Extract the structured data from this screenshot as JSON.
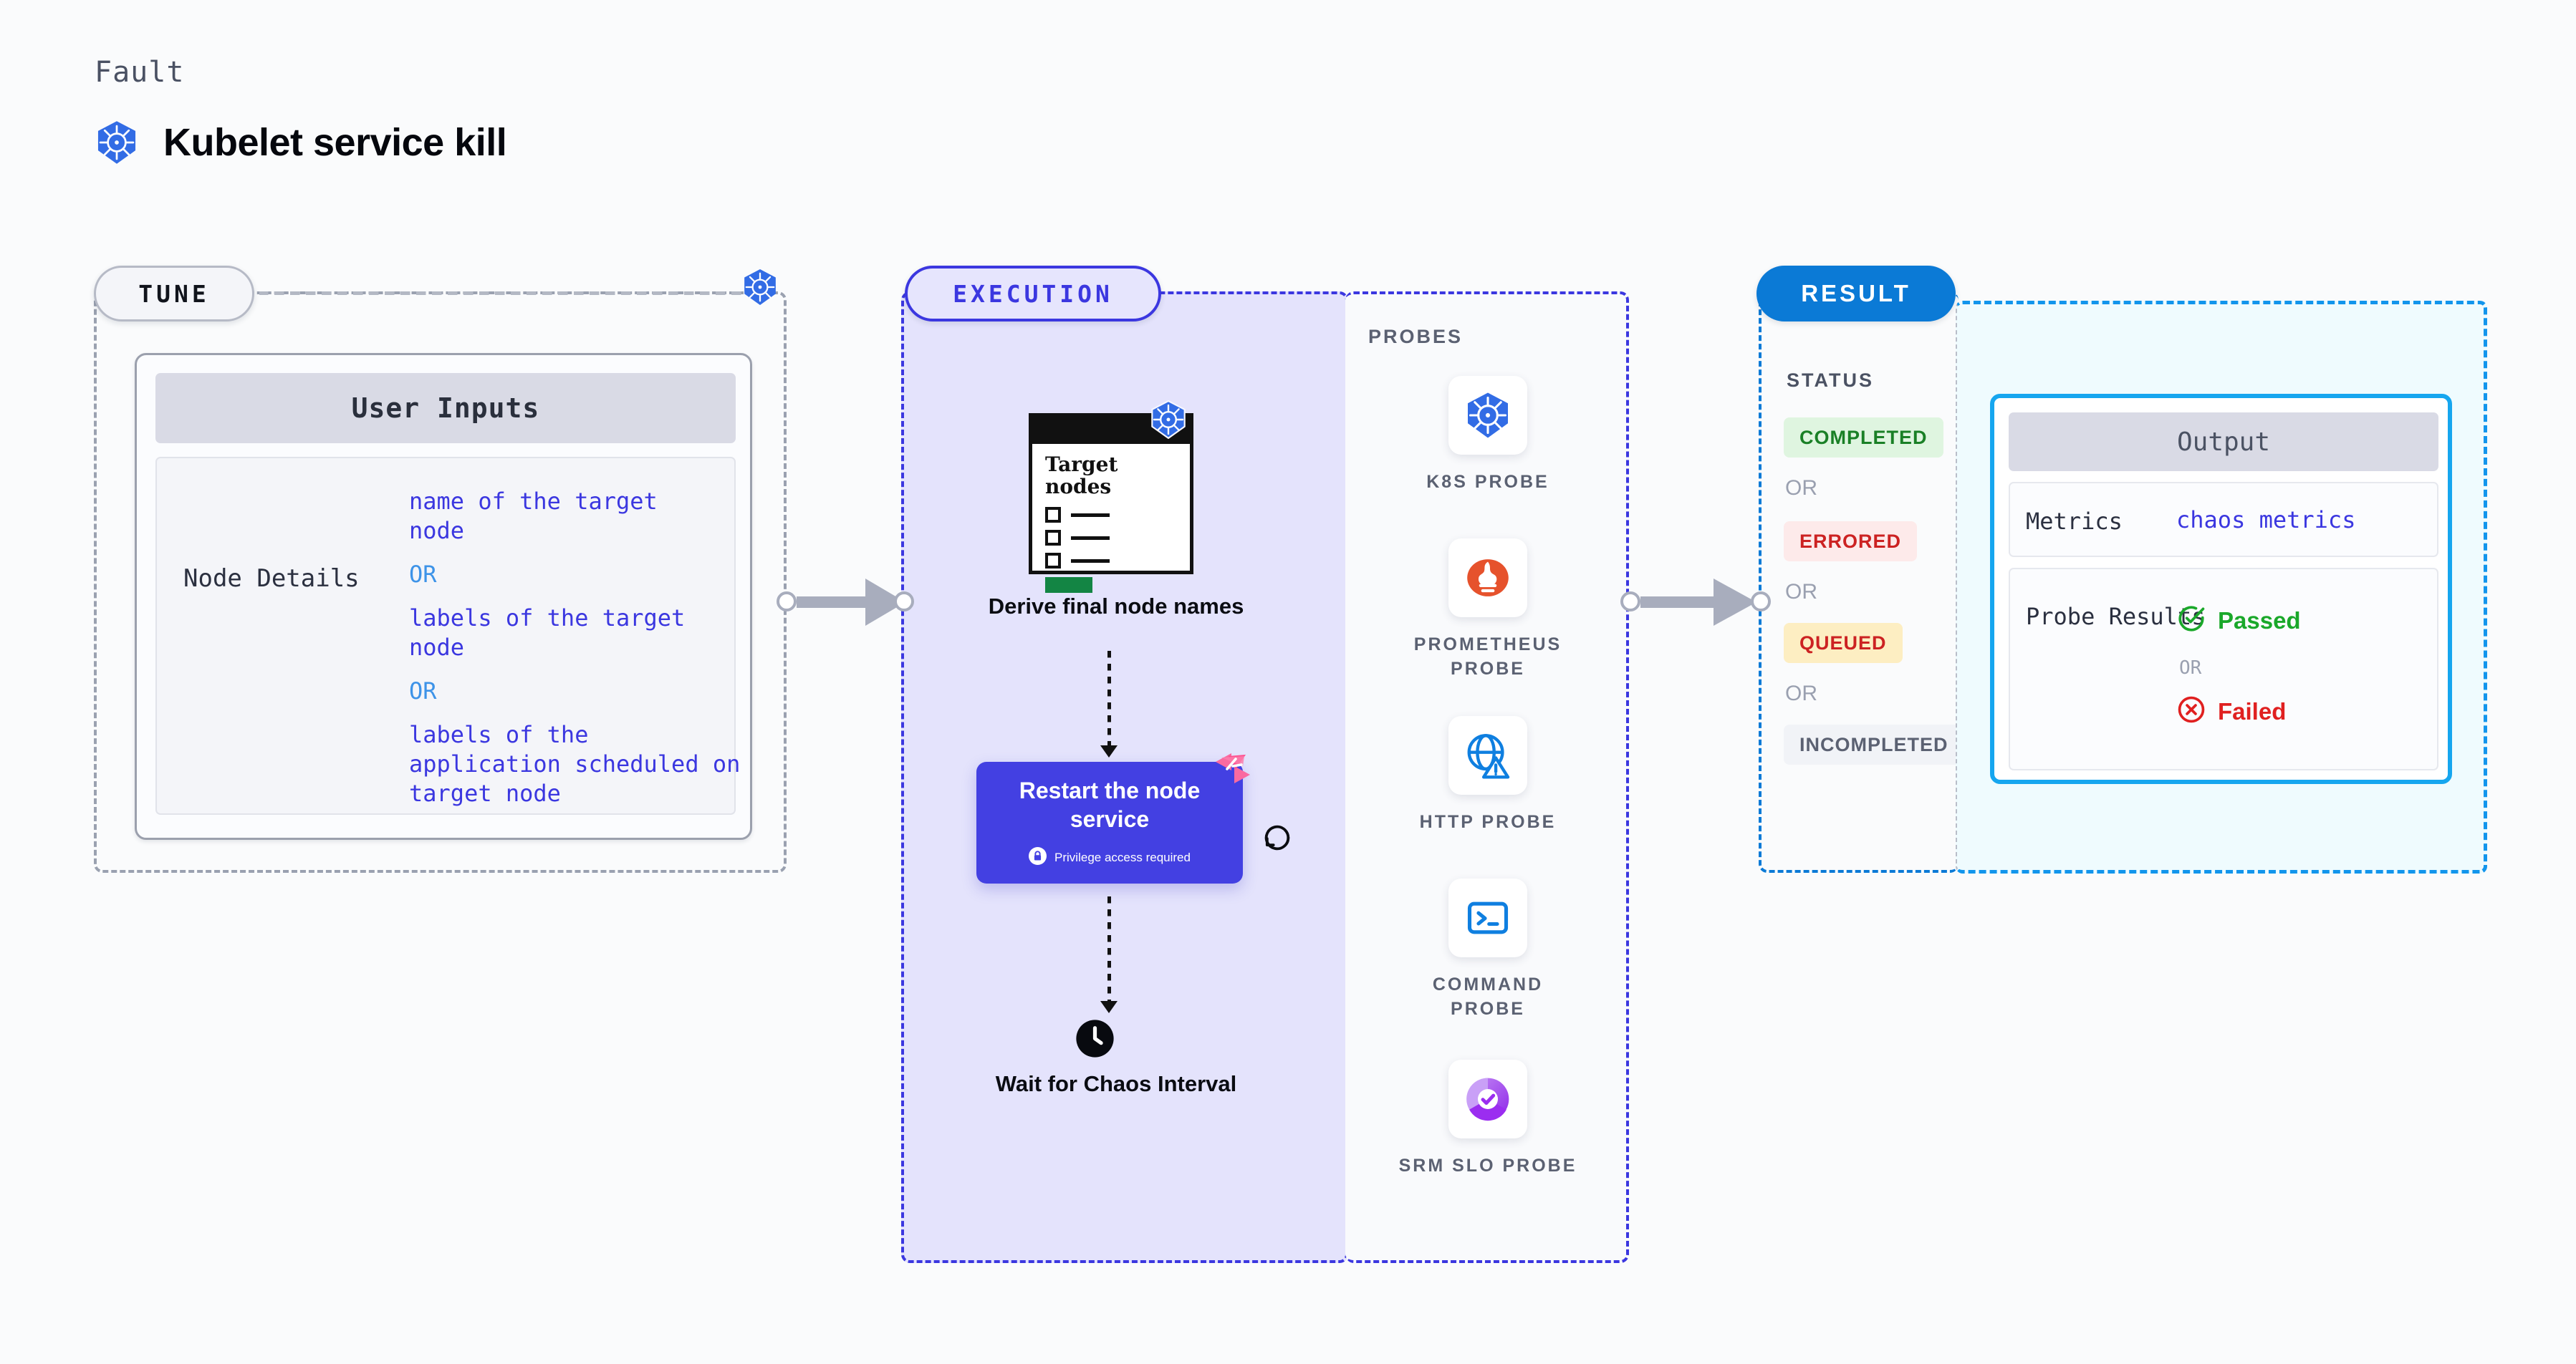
{
  "header": {
    "eyebrow": "Fault",
    "title": "Kubelet service kill",
    "icon": "kubernetes-icon"
  },
  "stages": {
    "tune": {
      "pill_label": "TUNE",
      "badge_icon": "kubernetes-icon",
      "card": {
        "header": "User Inputs",
        "rows": [
          {
            "key": "Node Details",
            "values": [
              "name of the target node",
              "OR",
              "labels of the target node",
              "OR",
              "labels of the application scheduled on target node"
            ]
          }
        ]
      }
    },
    "execution": {
      "pill_label": "EXECUTION",
      "steps": [
        {
          "id": "derive-final-node-names",
          "caption": "Derive final node names",
          "card_title": "Target nodes",
          "badge_icon": "kubernetes-icon"
        },
        {
          "id": "restart-the-node-service",
          "caption": "Restart the node service",
          "note": "Privilege access required",
          "note_icon": "lock-icon",
          "badge_icon": "harness-chaos-icon",
          "side_icon": "revert-icon"
        },
        {
          "id": "wait-for-chaos-interval",
          "caption": "Wait for Chaos Interval",
          "icon": "clock-icon"
        }
      ]
    },
    "probes": {
      "label": "PROBES",
      "items": [
        {
          "name": "K8S PROBE",
          "icon": "kubernetes-icon"
        },
        {
          "name": "PROMETHEUS PROBE",
          "icon": "prometheus-icon"
        },
        {
          "name": "HTTP PROBE",
          "icon": "globe-warning-icon"
        },
        {
          "name": "COMMAND PROBE",
          "icon": "terminal-icon"
        },
        {
          "name": "SRM SLO PROBE",
          "icon": "srm-slo-icon"
        }
      ]
    },
    "result": {
      "pill_label": "RESULT",
      "status_label": "STATUS",
      "or_label": "OR",
      "statuses": [
        {
          "label": "COMPLETED",
          "color": "#1a8026",
          "bg": "#dff5e0"
        },
        {
          "label": "ERRORED",
          "color": "#cc2222",
          "bg": "#fdeaea"
        },
        {
          "label": "QUEUED",
          "color": "#cc2222",
          "bg": "#fdeec2"
        },
        {
          "label": "INCOMPLETED",
          "color": "#5b6172",
          "bg": "#f1f3f7"
        }
      ]
    },
    "output": {
      "header": "Output",
      "metrics_key": "Metrics",
      "metrics_value": "chaos metrics",
      "probe_results_key": "Probe Results",
      "or_label": "OR",
      "passed_label": "Passed",
      "failed_label": "Failed",
      "passed_icon": "check-circle-icon",
      "failed_icon": "x-circle-icon"
    }
  },
  "colors": {
    "k8s_blue": "#326ce5",
    "exec_purple": "#4340e2",
    "result_blue": "#0b7ad6",
    "output_cyan": "#16a6ef",
    "pass_green": "#1aa82a",
    "fail_red": "#e02020"
  }
}
